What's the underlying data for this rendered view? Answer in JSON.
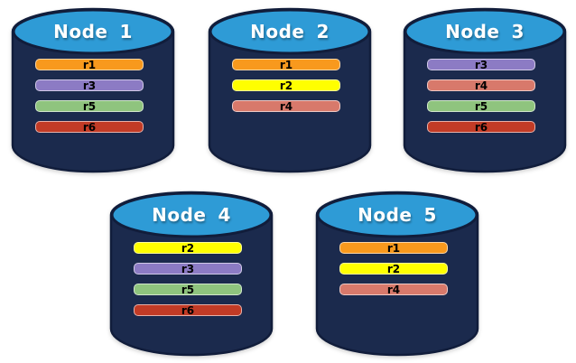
{
  "background": "#FFFFFF",
  "cylinder": {
    "body_color": "#1B2A4D",
    "top_color": "#2E9BD6",
    "outline_color": "#111D3B",
    "title_color": "#FFFFFF",
    "replica_text_color": "#000000"
  },
  "replica_colors": {
    "r1": "#F8991D",
    "r2": "#FFFF00",
    "r3": "#8C7BC4",
    "r4": "#D8796B",
    "r5": "#8FC47E",
    "r6": "#C23B26"
  },
  "nodes": [
    {
      "name": "Node",
      "number": "1",
      "replicas": [
        "r1",
        "r3",
        "r5",
        "r6"
      ]
    },
    {
      "name": "Node",
      "number": "2",
      "replicas": [
        "r1",
        "r2",
        "r4"
      ]
    },
    {
      "name": "Node",
      "number": "3",
      "replicas": [
        "r3",
        "r4",
        "r5",
        "r6"
      ]
    },
    {
      "name": "Node",
      "number": "4",
      "replicas": [
        "r2",
        "r3",
        "r5",
        "r6"
      ]
    },
    {
      "name": "Node",
      "number": "5",
      "replicas": [
        "r1",
        "r2",
        "r4"
      ]
    }
  ]
}
